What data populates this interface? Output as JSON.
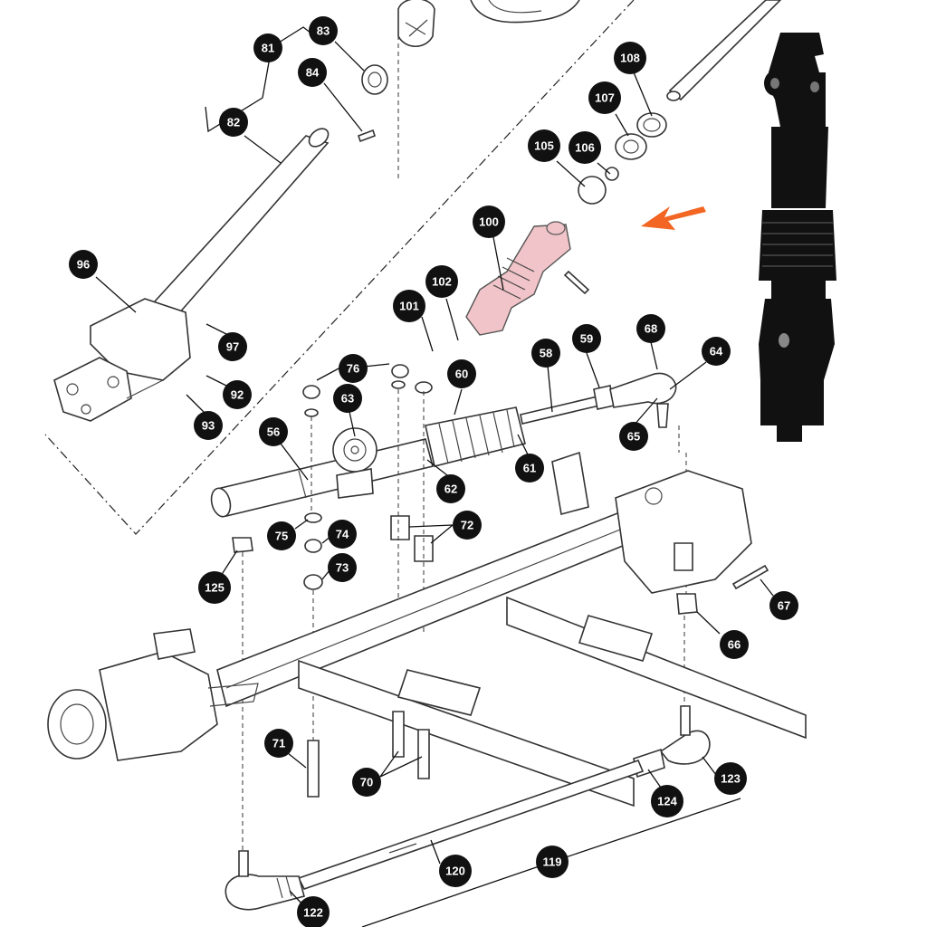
{
  "diagram": {
    "accent_color": "#f26522",
    "highlight_part_color": "#f0c4c8",
    "photo_part_color": "#111111",
    "callouts": [
      {
        "id": "81",
        "label": "81"
      },
      {
        "id": "82",
        "label": "82"
      },
      {
        "id": "83",
        "label": "83"
      },
      {
        "id": "84",
        "label": "84"
      },
      {
        "id": "96",
        "label": "96"
      },
      {
        "id": "97",
        "label": "97"
      },
      {
        "id": "92",
        "label": "92"
      },
      {
        "id": "93",
        "label": "93"
      },
      {
        "id": "100",
        "label": "100"
      },
      {
        "id": "101",
        "label": "101"
      },
      {
        "id": "102",
        "label": "102"
      },
      {
        "id": "105",
        "label": "105"
      },
      {
        "id": "106",
        "label": "106"
      },
      {
        "id": "107",
        "label": "107"
      },
      {
        "id": "108",
        "label": "108"
      },
      {
        "id": "76",
        "label": "76"
      },
      {
        "id": "63",
        "label": "63"
      },
      {
        "id": "60",
        "label": "60"
      },
      {
        "id": "58",
        "label": "58"
      },
      {
        "id": "59",
        "label": "59"
      },
      {
        "id": "68",
        "label": "68"
      },
      {
        "id": "64",
        "label": "64"
      },
      {
        "id": "65",
        "label": "65"
      },
      {
        "id": "56",
        "label": "56"
      },
      {
        "id": "61",
        "label": "61"
      },
      {
        "id": "62",
        "label": "62"
      },
      {
        "id": "75",
        "label": "75"
      },
      {
        "id": "74",
        "label": "74"
      },
      {
        "id": "72",
        "label": "72"
      },
      {
        "id": "73",
        "label": "73"
      },
      {
        "id": "125",
        "label": "125"
      },
      {
        "id": "67",
        "label": "67"
      },
      {
        "id": "66",
        "label": "66"
      },
      {
        "id": "71",
        "label": "71"
      },
      {
        "id": "70",
        "label": "70"
      },
      {
        "id": "123",
        "label": "123"
      },
      {
        "id": "124",
        "label": "124"
      },
      {
        "id": "120",
        "label": "120"
      },
      {
        "id": "119",
        "label": "119"
      },
      {
        "id": "122",
        "label": "122"
      }
    ]
  }
}
